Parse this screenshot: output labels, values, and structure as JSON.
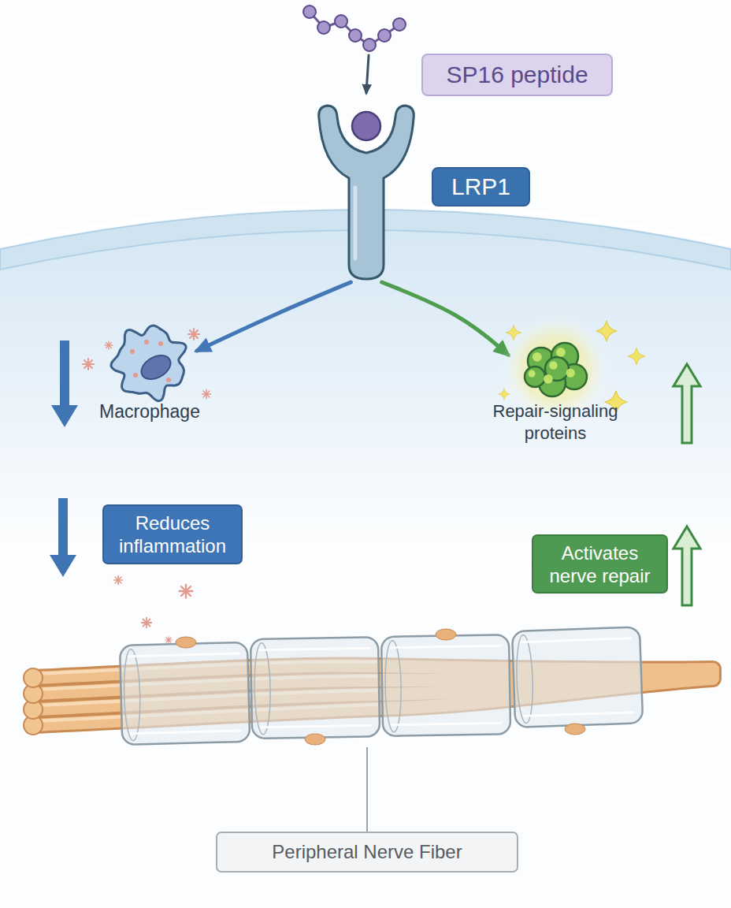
{
  "diagram": {
    "nodes": [
      {
        "text": [
          "SP16 peptide"
        ]
      },
      {
        "text": [
          "LRP1"
        ]
      },
      {
        "text": [
          "Macrophage"
        ]
      },
      {
        "text": [
          "Repair-signaling proteins"
        ]
      },
      {
        "text": [
          "Reduces inflammation"
        ]
      },
      {
        "text": [
          "Activates nerve repair"
        ]
      },
      {
        "text": [
          "Peripheral Nerve Fiber"
        ]
      }
    ],
    "edges": [
      {
        "from": 0,
        "to": 1,
        "arrow": "to"
      },
      {
        "from": 1,
        "to": 2,
        "arrow": "to"
      },
      {
        "from": 1,
        "to": 3,
        "arrow": "to"
      }
    ]
  }
}
